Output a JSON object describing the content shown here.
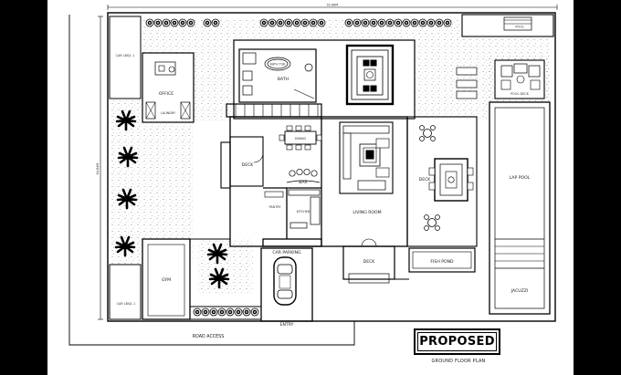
{
  "drawing": {
    "overall_dim_top": "92.86M",
    "overall_dim_side": "64.84M",
    "stamp": "PROPOSED",
    "subtitle": "GROUND FLOOR PLAN"
  },
  "rooms": {
    "office": "OFFICE",
    "bath": "BATH",
    "dining": "DINING",
    "bar": "BAR",
    "deck_left": "DECK",
    "deck_right": "DECK",
    "deck_bottom": "DECK",
    "pantry": "PANTRY",
    "kitchen": "KITCHEN",
    "living": "LIVING ROOM",
    "gym": "GYM",
    "car_parking": "CAR PARKING",
    "entry": "ENTRY",
    "fish_pond": "FISH POND",
    "lap_pool": "LAP POOL",
    "pool_deck": "POOL DECK",
    "jacuzzi": "JACUZZI",
    "road_access": "ROAD ACCESS",
    "pool": "POOL"
  },
  "small_labels": {
    "setback_top": "CAR LBS/L 1",
    "setback_bottom": "CAR LBS/L 1",
    "laundry": "LAUNDRY",
    "bathtub": "BATH TUB",
    "pool_top": "POOL"
  }
}
